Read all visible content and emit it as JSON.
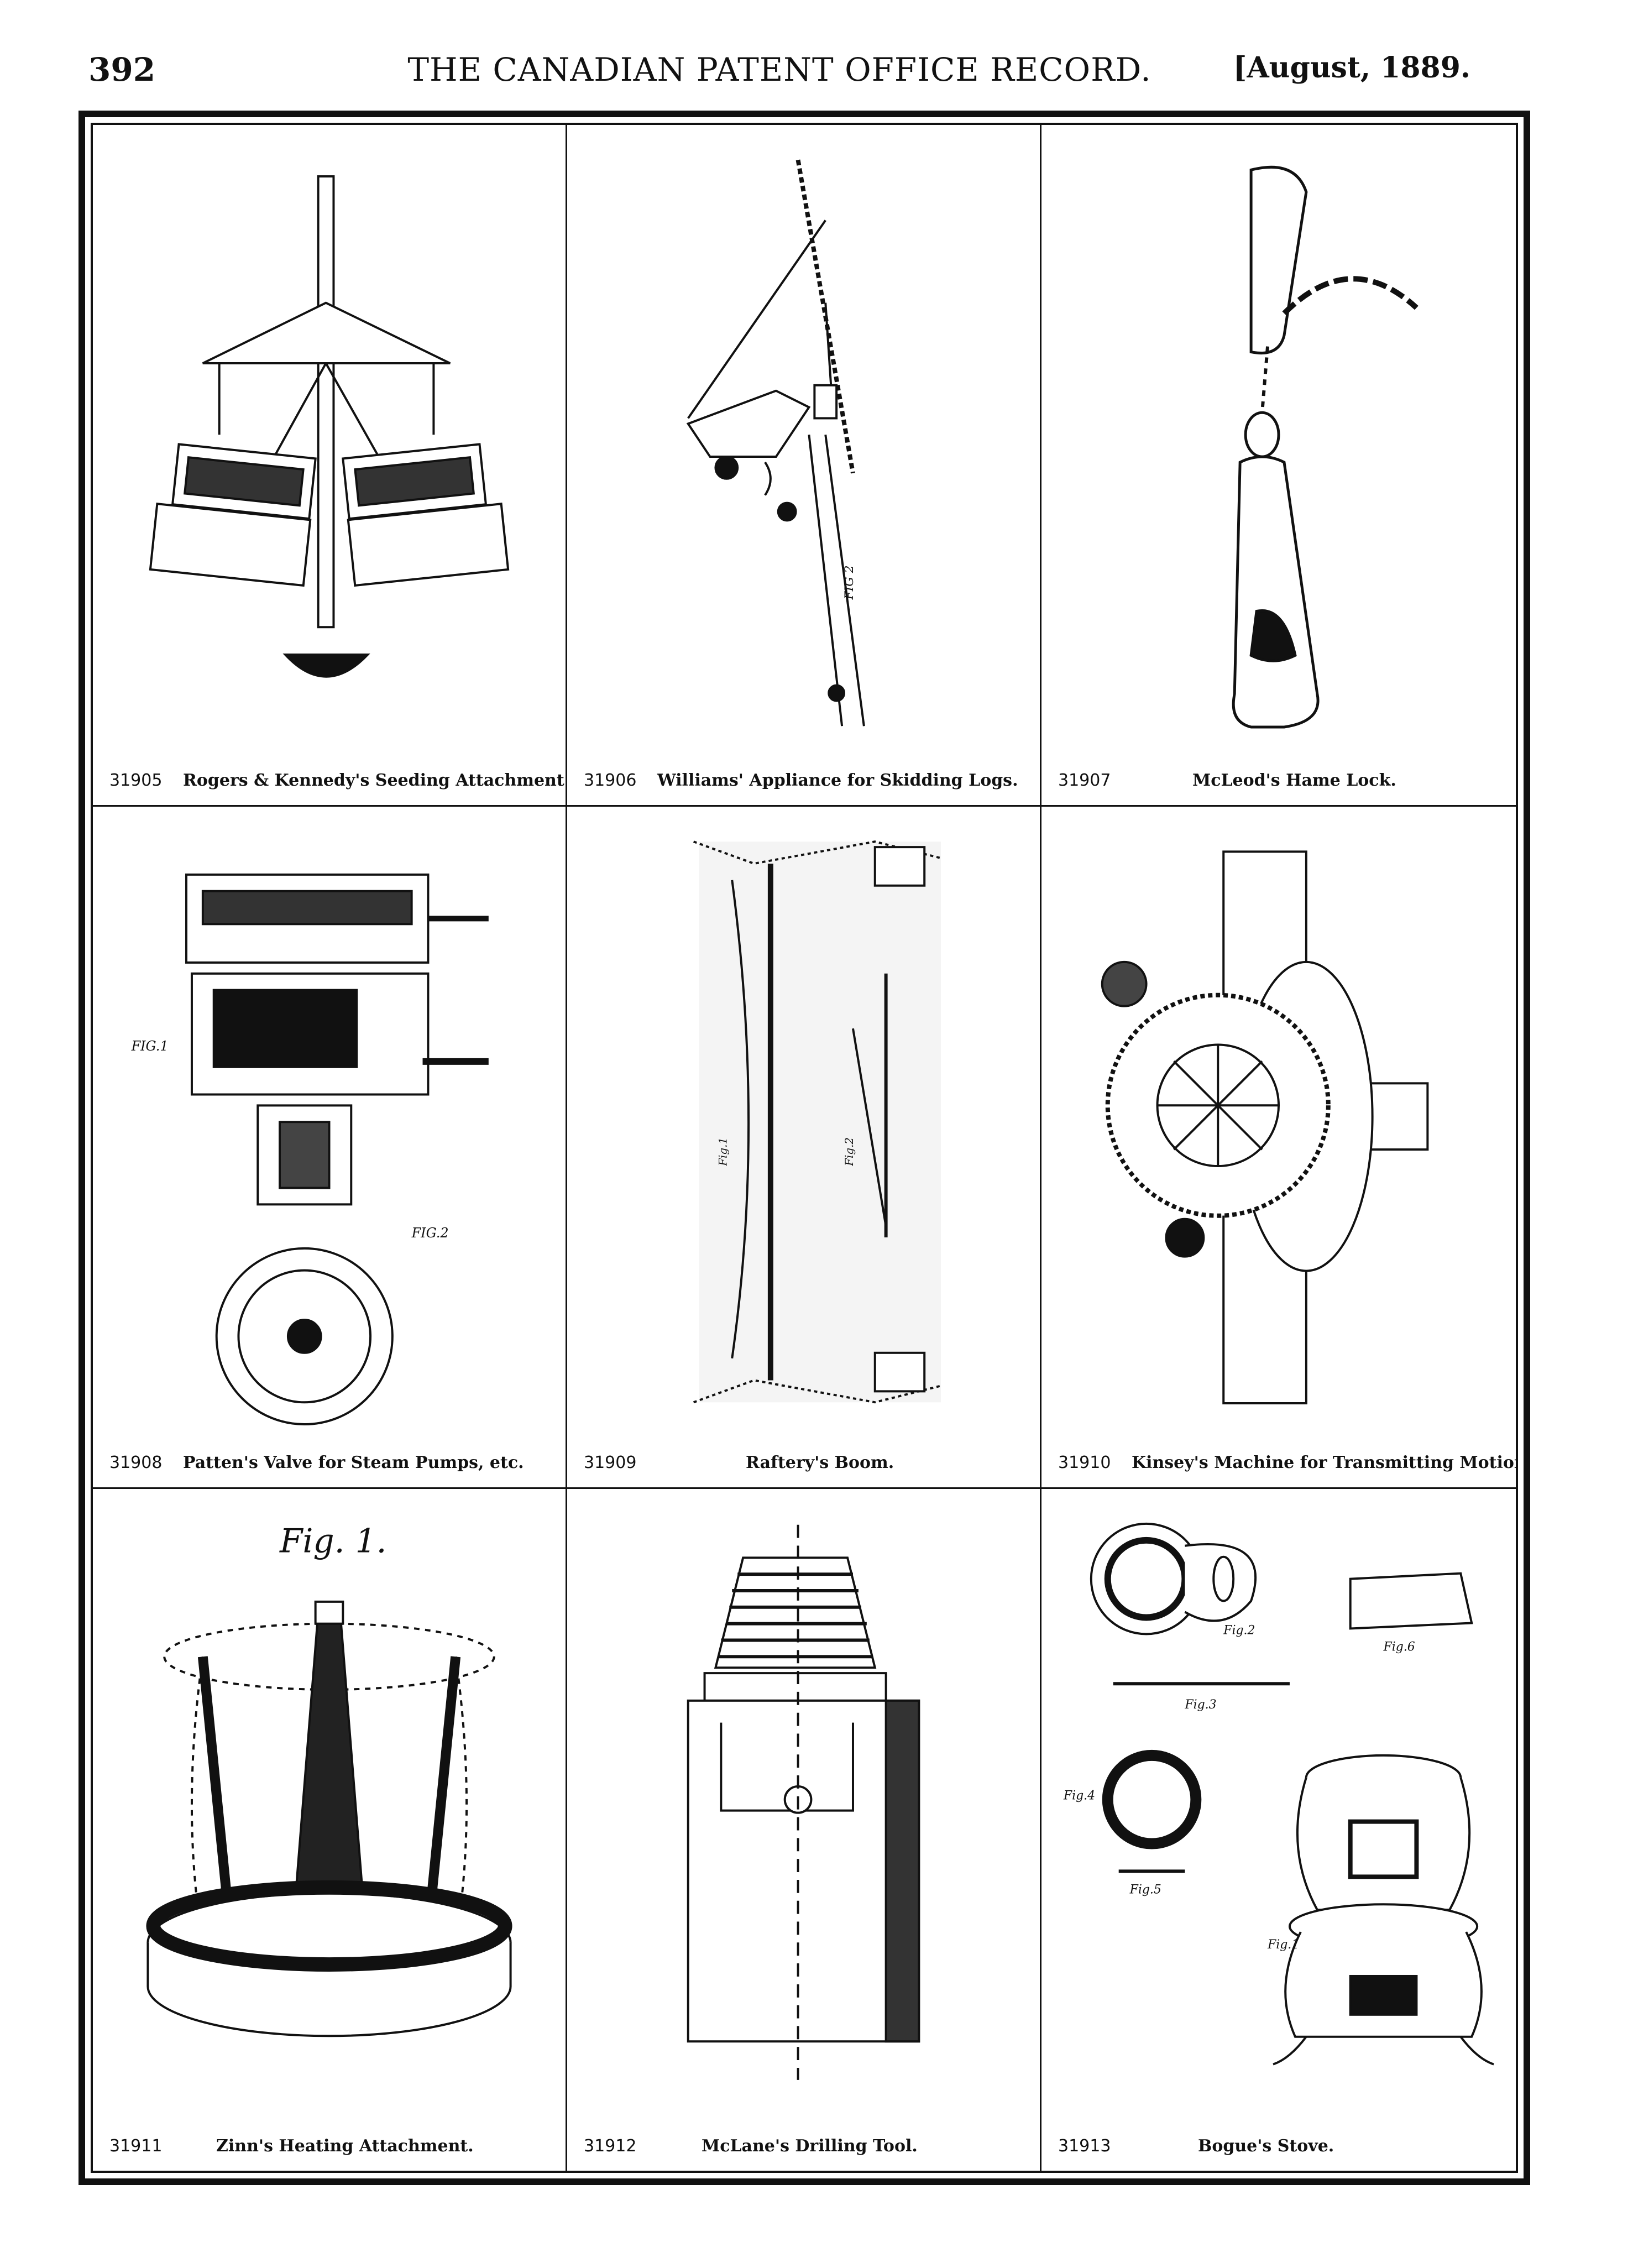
{
  "header": {
    "page_number": "392",
    "title": "THE CANADIAN PATENT OFFICE RECORD.",
    "date": "[August, 1889."
  },
  "patents": [
    {
      "number": "31905",
      "title": "Rogers & Kennedy's Seeding Attachment."
    },
    {
      "number": "31906",
      "title": "Williams' Appliance for Skidding Logs."
    },
    {
      "number": "31907",
      "title": "McLeod's Hame Lock."
    },
    {
      "number": "31908",
      "title": "Patten's Valve for Steam Pumps, etc."
    },
    {
      "number": "31909",
      "title": "Raftery's Boom."
    },
    {
      "number": "31910",
      "title": "Kinsey's Machine for Transmitting Motion"
    },
    {
      "number": "31911",
      "title": "Zinn's Heating Attachment."
    },
    {
      "number": "31912",
      "title": "McLane's Drilling Tool."
    },
    {
      "number": "31913",
      "title": "Bogue's Stove."
    }
  ],
  "figure_labels": {
    "fig_1_script": "Fig. 1.",
    "fig_1": "Fig.1",
    "fig_2": "Fig.2",
    "fig_3": "Fig.3",
    "fig_4": "Fig.4",
    "fig_5": "Fig.5",
    "fig_6": "Fig.6",
    "fig_1_caps": "FIG.1",
    "fig_2_caps": "FIG.2",
    "fig_2_rot": "FIG 2"
  }
}
